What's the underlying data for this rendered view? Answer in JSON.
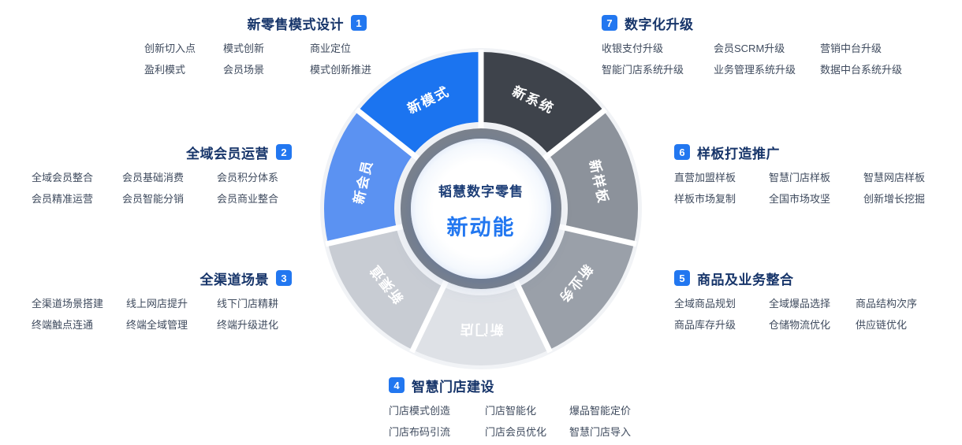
{
  "accent_color": "#2277f0",
  "center": {
    "brand": "韬慧数字零售",
    "slogan": "新动能"
  },
  "wheel": {
    "halo_color": "#f1f3f6",
    "ring_color": "#7b828c",
    "segments": [
      {
        "label": "新模式",
        "color": "#1b74f0",
        "bearing": 334.29
      },
      {
        "label": "新系统",
        "color": "#3e434b",
        "bearing": 25.71
      },
      {
        "label": "新样板",
        "color": "#8c929b",
        "bearing": 77.14
      },
      {
        "label": "新业务",
        "color": "#9aa0a9",
        "bearing": 128.57
      },
      {
        "label": "新门店",
        "color": "#dee1e6",
        "bearing": 180
      },
      {
        "label": "新渠道",
        "color": "#c8ccd3",
        "bearing": 231.43
      },
      {
        "label": "新会员",
        "color": "#5b92f2",
        "bearing": 282.86
      }
    ]
  },
  "sections": [
    {
      "number": "1",
      "title": "新零售模式设计",
      "badge_side": "right",
      "items": [
        [
          "创新切入点",
          "模式创新",
          "商业定位"
        ],
        [
          "盈利模式",
          "会员场景",
          "模式创新推进"
        ]
      ]
    },
    {
      "number": "2",
      "title": "全域会员运营",
      "badge_side": "right",
      "items": [
        [
          "全域会员整合",
          "会员基础消费",
          "会员积分体系"
        ],
        [
          "会员精准运营",
          "会员智能分销",
          "会员商业整合"
        ]
      ]
    },
    {
      "number": "3",
      "title": "全渠道场景",
      "badge_side": "right",
      "items": [
        [
          "全渠道场景搭建",
          "线上网店提升",
          "线下门店精耕"
        ],
        [
          "终端触点连通",
          "终端全域管理",
          "终端升级进化"
        ]
      ]
    },
    {
      "number": "4",
      "title": "智慧门店建设",
      "badge_side": "left",
      "items": [
        [
          "门店模式创造",
          "门店智能化",
          "爆品智能定价"
        ],
        [
          "门店布码引流",
          "门店会员优化",
          "智慧门店导入"
        ]
      ]
    },
    {
      "number": "5",
      "title": "商品及业务整合",
      "badge_side": "left",
      "items": [
        [
          "全域商品规划",
          "全域爆品选择",
          "商品结构次序"
        ],
        [
          "商品库存升级",
          "仓储物流优化",
          "供应链优化"
        ]
      ]
    },
    {
      "number": "6",
      "title": "样板打造推广",
      "badge_side": "left",
      "items": [
        [
          "直营加盟样板",
          "智慧门店样板",
          "智慧网店样板"
        ],
        [
          "样板市场复制",
          "全国市场攻坚",
          "创新增长挖掘"
        ]
      ]
    },
    {
      "number": "7",
      "title": "数字化升级",
      "badge_side": "left",
      "items": [
        [
          "收银支付升级",
          "会员SCRM升级",
          "营销中台升级"
        ],
        [
          "智能门店系统升级",
          "业务管理系统升级",
          "数据中台系统升级"
        ]
      ]
    }
  ]
}
